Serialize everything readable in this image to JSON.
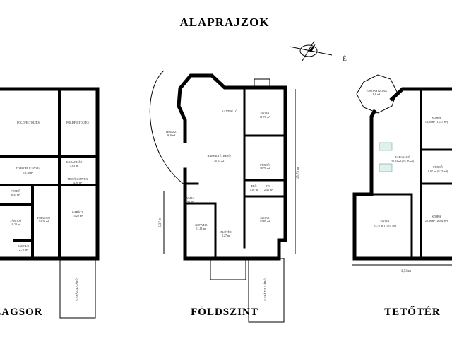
{
  "title": "ALAPRAJZOK",
  "compass": {
    "label": "É",
    "icon": "north-arrow-icon"
  },
  "floors": [
    {
      "name": "ALAGSOR",
      "rooms": [
        {
          "name": "FÖLDFELTÖLTÉS",
          "area": ""
        },
        {
          "name": "FÖLDFELTÖLTÉS",
          "area": ""
        },
        {
          "name": "TÖBBCÉLÚ SZOBA",
          "area": "13,70 m²"
        },
        {
          "name": "KAZÁNHÁZ",
          "area": "5,83 m²"
        },
        {
          "name": "MOSÓKONYHA",
          "area": "4,90 m²"
        },
        {
          "name": "FÜRDŐ",
          "area": "6,35 m²"
        },
        {
          "name": "TÁROLÓ",
          "area": "10,20 m²"
        },
        {
          "name": "FOLYOSÓ",
          "area": "14,20 m²"
        },
        {
          "name": "GARÁZS",
          "area": "15,20 m²"
        },
        {
          "name": "TÁROLÓ",
          "area": "2,70 m²"
        },
        {
          "name": "GARÁZSLEJÁRÓ",
          "area": ""
        }
      ]
    },
    {
      "name": "FÖLDSZINT",
      "rooms": [
        {
          "name": "TERASZ",
          "area": "46,0 m²"
        },
        {
          "name": "NAPPALI ÉTKEZŐ",
          "area": "40,34 m²"
        },
        {
          "name": "KANDALLÓ",
          "area": ""
        },
        {
          "name": "SZOBA",
          "area": "11,70 m²"
        },
        {
          "name": "FÜRDŐ",
          "area": "10,70 m²"
        },
        {
          "name": "ELŐ.",
          "area": "1,87 m²"
        },
        {
          "name": "WC",
          "area": "2,40 m²"
        },
        {
          "name": "KAMRA",
          "area": "0,90 m²"
        },
        {
          "name": "KONYHA",
          "area": "11,81 m²"
        },
        {
          "name": "ELŐTÉR",
          "area": "8,27 m²"
        },
        {
          "name": "SZOBA",
          "area": "13,85 m²"
        },
        {
          "name": "GARÁZSLEJÁRÓ",
          "area": ""
        }
      ],
      "dimensions": [
        "6,37 m",
        "15,73 m"
      ]
    },
    {
      "name": "TETŐTÉR",
      "rooms": [
        {
          "name": "TORONYSZOBA",
          "area": "9,8 m²"
        },
        {
          "name": "SZOBA",
          "area": "14,80 m² (13,57 m²)"
        },
        {
          "name": "TÁRSALGÓ",
          "area": "24,44 m² (25,15 m²)"
        },
        {
          "name": "FÜRDŐ",
          "area": "9,07 m² (8,74 m²)"
        },
        {
          "name": "SZOBA",
          "area": "23,70 m² (15,01 m²)"
        },
        {
          "name": "SZOBA",
          "area": "20,36 m² (26,02 m²)"
        }
      ],
      "dimensions": [
        "9,53 m"
      ]
    }
  ]
}
